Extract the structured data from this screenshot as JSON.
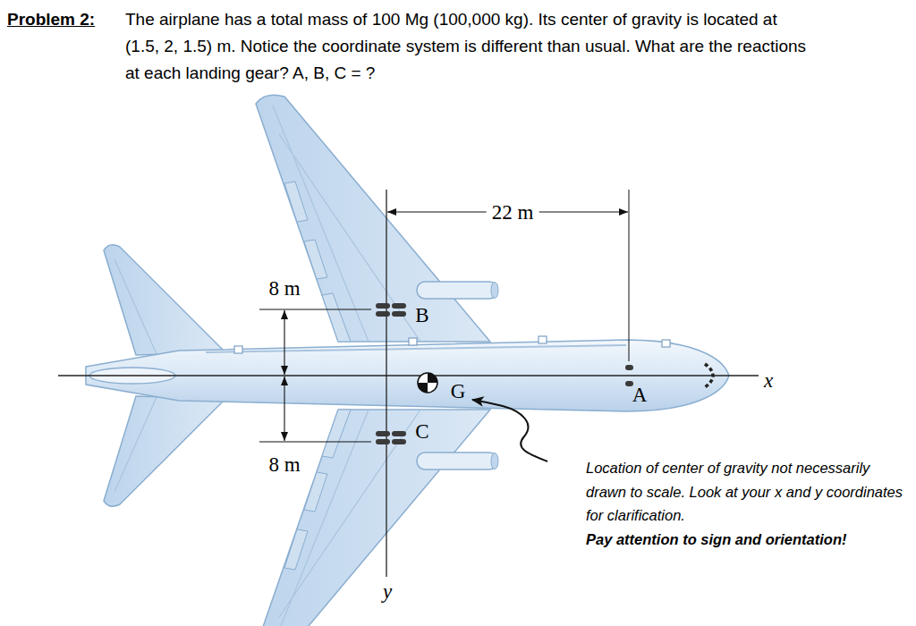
{
  "diagram": {
    "title": "Problem 2:",
    "caption": "The airplane has a total mass of 100 Mg (100,000 kg). Its center of gravity is located at (1.5, 2, 1.5) m. Notice the coordinate system is different than usual. What are the reactions at each landing gear? A, B, C = ?",
    "labels": [
      "22 m",
      "8 m",
      "B",
      "G",
      "A",
      "C",
      "8 m",
      "x",
      "y",
      "Location of center of gravity not necessarily drawn to scale. Look at your x and y coordinates for clarification.",
      "Pay attention to sign and orientation!"
    ]
  }
}
